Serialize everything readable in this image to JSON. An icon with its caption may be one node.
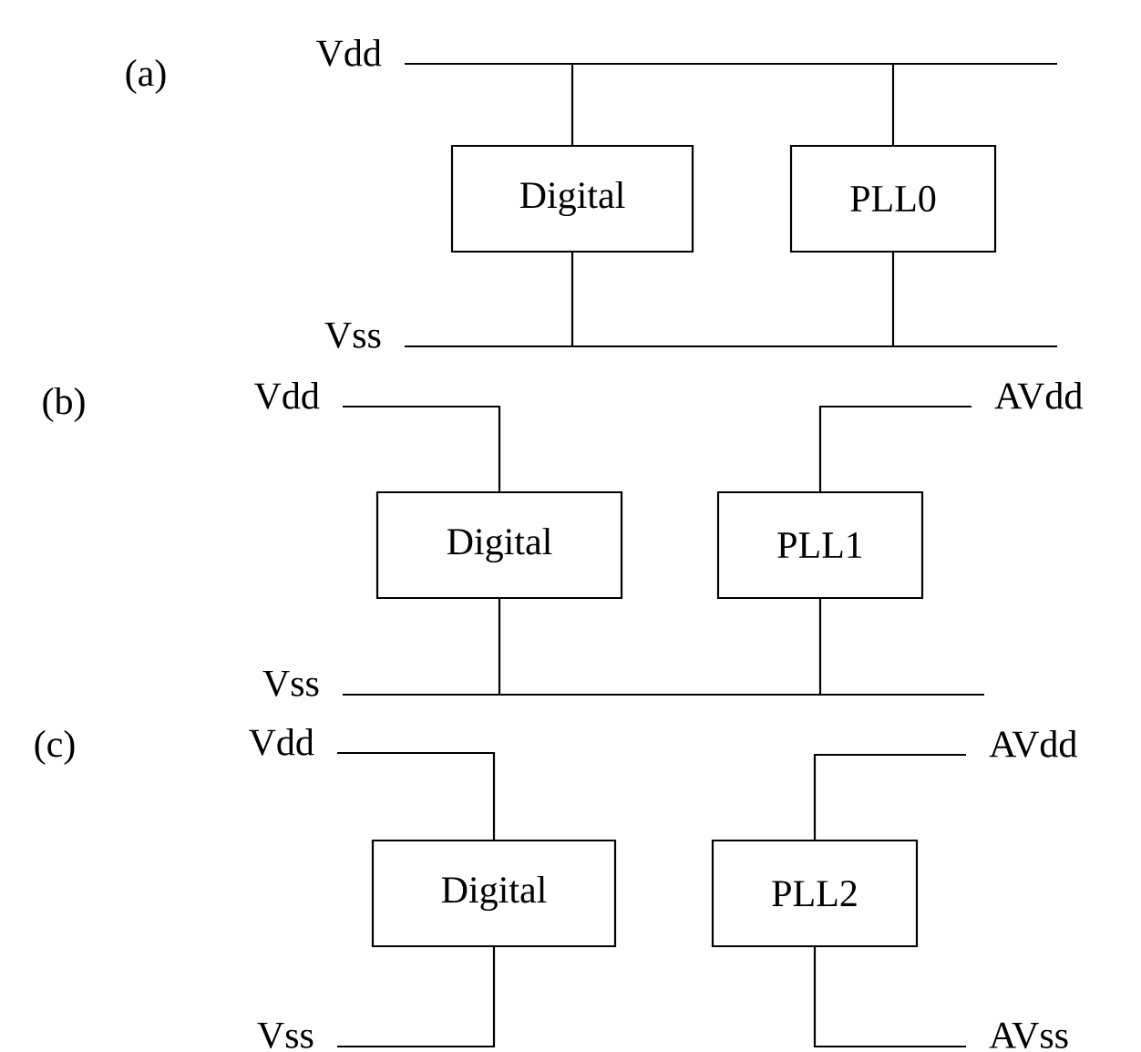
{
  "diagram": {
    "nodes": [
      {
        "text": [
          "Vdd"
        ]
      },
      {
        "text": [
          "Digital"
        ]
      },
      {
        "text": [
          "PLL0"
        ]
      },
      {
        "text": [
          "Vss"
        ]
      },
      {
        "text": [
          "Vdd"
        ]
      },
      {
        "text": [
          "AVdd"
        ]
      },
      {
        "text": [
          "Digital"
        ]
      },
      {
        "text": [
          "PLL1"
        ]
      },
      {
        "text": [
          "Vss"
        ]
      },
      {
        "text": [
          "Vdd"
        ]
      },
      {
        "text": [
          "AVdd"
        ]
      },
      {
        "text": [
          "Digital"
        ]
      },
      {
        "text": [
          "PLL2"
        ]
      },
      {
        "text": [
          "Vss"
        ]
      },
      {
        "text": [
          "AVss"
        ]
      }
    ],
    "edges": [
      {
        "from": 0,
        "to": 1,
        "arrow": "none"
      },
      {
        "from": 0,
        "to": 2,
        "arrow": "none"
      },
      {
        "from": 3,
        "to": 1,
        "arrow": "none"
      },
      {
        "from": 3,
        "to": 2,
        "arrow": "none"
      },
      {
        "from": 4,
        "to": 6,
        "arrow": "none"
      },
      {
        "from": 5,
        "to": 7,
        "arrow": "none"
      },
      {
        "from": 8,
        "to": 6,
        "arrow": "none"
      },
      {
        "from": 8,
        "to": 7,
        "arrow": "none"
      },
      {
        "from": 9,
        "to": 11,
        "arrow": "none"
      },
      {
        "from": 10,
        "to": 12,
        "arrow": "none"
      },
      {
        "from": 13,
        "to": 11,
        "arrow": "none"
      },
      {
        "from": 14,
        "to": 12,
        "arrow": "none"
      }
    ],
    "labels": [
      "(a)",
      "(b)",
      "(c)"
    ]
  }
}
